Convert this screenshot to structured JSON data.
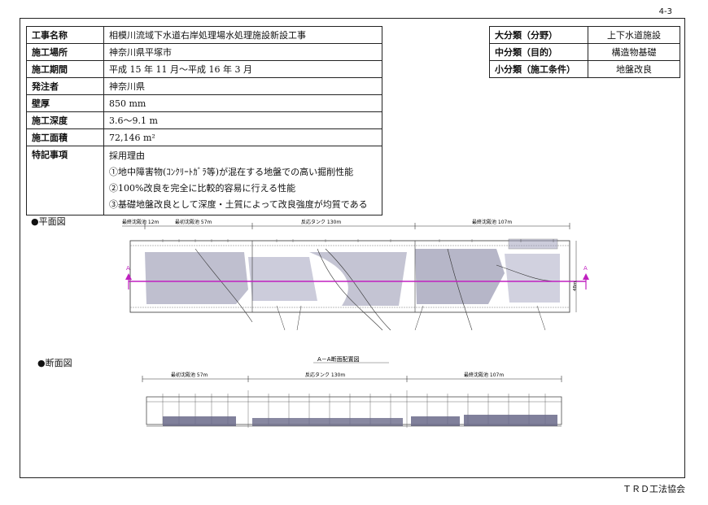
{
  "page_number": "4-3",
  "footer": "ＴＲＤ工法協会",
  "info": {
    "rows": [
      {
        "key": "工事名称",
        "value": "相模川流域下水道右岸処理場水処理施設新設工事"
      },
      {
        "key": "施工場所",
        "value": "神奈川県平塚市"
      },
      {
        "key": "施工期間",
        "value": "平成 15 年 11 月～平成 16 年 3 月"
      },
      {
        "key": "発注者",
        "value": "神奈川県"
      },
      {
        "key": "壁厚",
        "value": "850 mm"
      },
      {
        "key": "施工深度",
        "value": "3.6～9.1 m"
      },
      {
        "key": "施工面積",
        "value": "72,146 m²"
      }
    ],
    "notes_key": "特記事項",
    "notes": [
      "採用理由",
      "①地中障害物(ｺﾝｸﾘｰﾄｶﾞﾗ等)が混在する地盤での高い掘削性能",
      "②100%改良を完全に比較的容易に行える性能",
      "③基礎地盤改良として深度・土質によって改良強度が均質である"
    ]
  },
  "classification": [
    {
      "key": "大分類（分野）",
      "value": "上下水道施設"
    },
    {
      "key": "中分類（目的）",
      "value": "構造物基礎"
    },
    {
      "key": "小分類（施工条件）",
      "value": "地盤改良"
    }
  ],
  "plan": {
    "label": "●平面図",
    "dim_left": "最終沈殿池 12m",
    "dim_1": "最初沈殿池 57m",
    "dim_2": "反応タンク 130m",
    "dim_3": "最終沈殿池 107m",
    "section_mark": "A",
    "width_mark": "48m",
    "accent_color": "#c020c0"
  },
  "section": {
    "label": "●断面図",
    "title": "A－A断面配置図",
    "dim_1": "最初沈殿池 57m",
    "dim_2": "反応タンク 130m",
    "dim_3": "最終沈殿池 107m"
  }
}
